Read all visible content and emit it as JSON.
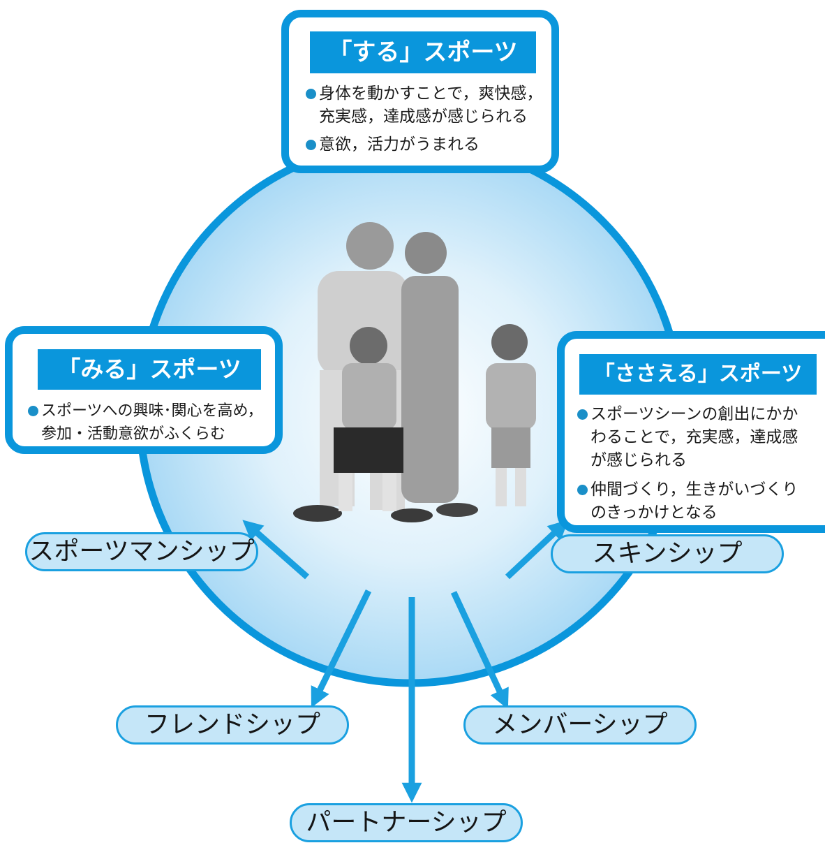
{
  "colors": {
    "accent": "#0a96dc",
    "circle_center": "#ffffff",
    "circle_edge": "#a9d9f5",
    "pill_fill": "#c5e6f8"
  },
  "illustration": "family-of-four-photo",
  "suru": {
    "title": "「する」スポーツ",
    "bullets": [
      "身体を動かすことで，爽快感，\n充実感，達成感が感じられる",
      "意欲，活力がうまれる"
    ]
  },
  "miru": {
    "title": "「みる」スポーツ",
    "bullets": [
      "スポーツへの興味･関心を高め，\n参加・活動意欲がふくらむ"
    ]
  },
  "sasaeru": {
    "title": "「ささえる」スポーツ",
    "bullets": [
      "スポーツシーンの創出にかか\nわることで，充実感，達成感\nが感じられる",
      "仲間づくり，生きがいづくり\nのきっかけとなる"
    ]
  },
  "outcomes": {
    "sportsmanship": "スポーツマンシップ",
    "friendship": "フレンドシップ",
    "partnership": "パートナーシップ",
    "membership": "メンバーシップ",
    "skinship": "スキンシップ"
  }
}
